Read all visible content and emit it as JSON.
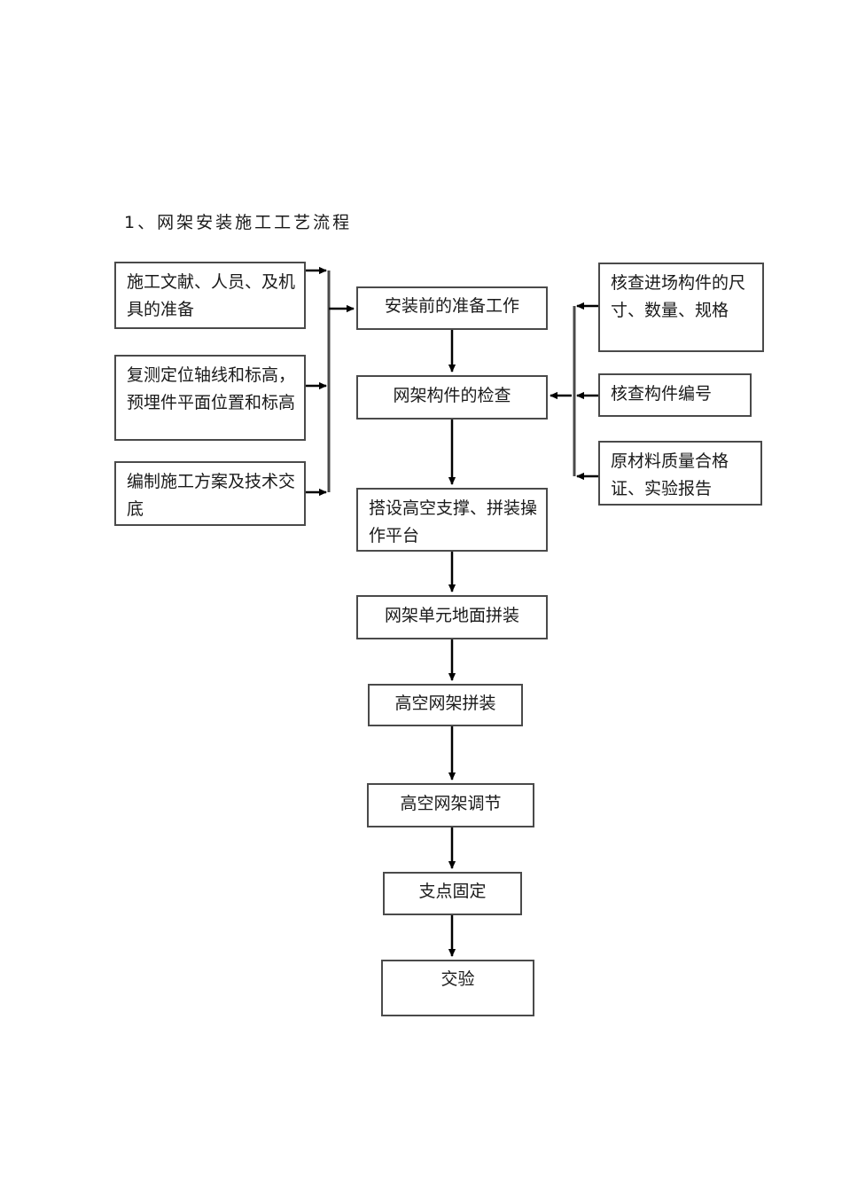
{
  "document": {
    "title": "1、网架安装施工工艺流程",
    "page_background": "#ffffff",
    "box_border_color": "#4a4a4a",
    "text_color": "#1a1a1a"
  },
  "flowchart": {
    "left_inputs": [
      {
        "id": "left-1",
        "label": "施工文献、人员、及机具的准备"
      },
      {
        "id": "left-2",
        "label": "复测定位轴线和标高，预埋件平面位置和标高"
      },
      {
        "id": "left-3",
        "label": "编制施工方案及技术交底"
      }
    ],
    "right_inputs": [
      {
        "id": "right-1",
        "label": "核查进场构件的尺寸、数量、规格"
      },
      {
        "id": "right-2",
        "label": "核查构件编号"
      },
      {
        "id": "right-3",
        "label": "原材料质量合格证、实验报告"
      }
    ],
    "main_steps": [
      {
        "id": "step-1",
        "label": "安装前的准备工作"
      },
      {
        "id": "step-2",
        "label": "网架构件的检查"
      },
      {
        "id": "step-3",
        "label": "搭设高空支撑、拼装操作平台"
      },
      {
        "id": "step-4",
        "label": "网架单元地面拼装"
      },
      {
        "id": "step-5",
        "label": "高空网架拼装"
      },
      {
        "id": "step-6",
        "label": "高空网架调节"
      },
      {
        "id": "step-7",
        "label": "支点固定"
      },
      {
        "id": "step-8",
        "label": "交验"
      }
    ]
  }
}
